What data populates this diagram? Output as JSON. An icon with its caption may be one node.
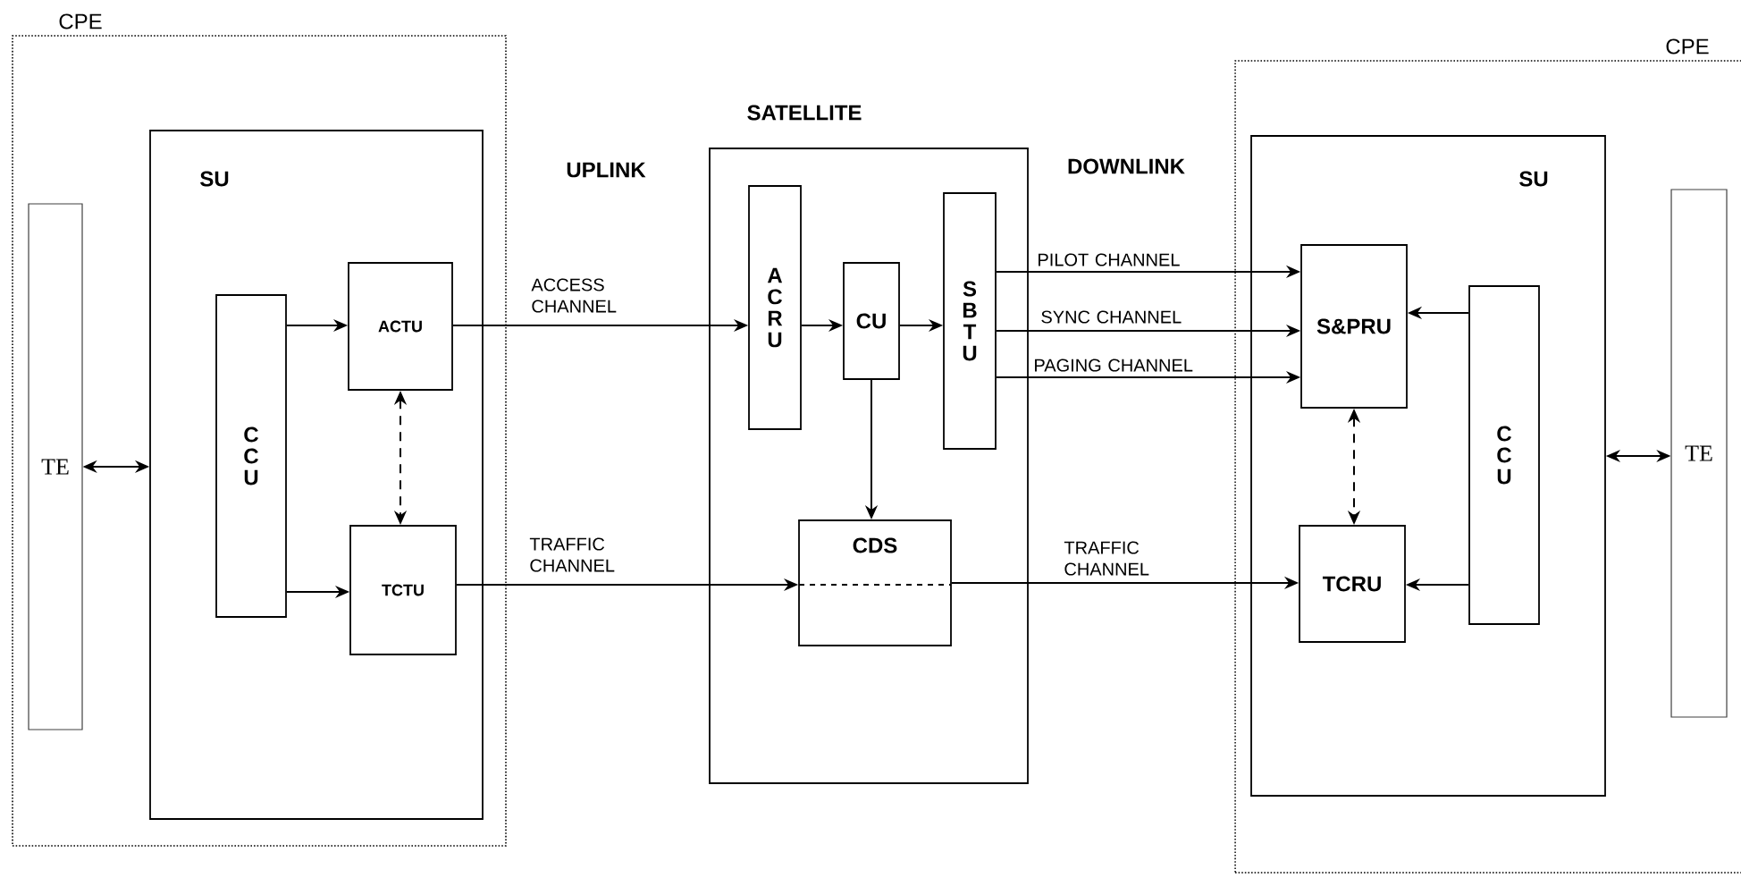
{
  "diagram": {
    "nodes": [
      {
        "text": [
          "CPE"
        ]
      },
      {
        "text": [
          "SU"
        ],
        "in": 0
      },
      {
        "text": [
          "TE"
        ],
        "in": 0
      },
      {
        "text": [
          "C C U"
        ],
        "in": 1
      },
      {
        "text": [
          "ACTU"
        ],
        "in": 1
      },
      {
        "text": [
          "TCTU"
        ],
        "in": 1
      },
      {
        "text": [
          "SATELLITE"
        ]
      },
      {
        "text": [
          "A C R U"
        ],
        "in": 6
      },
      {
        "text": [
          "CU"
        ],
        "in": 6
      },
      {
        "text": [
          "S B T U"
        ],
        "in": 6
      },
      {
        "text": [
          "CDS"
        ],
        "in": 6
      },
      {
        "text": [
          "CPE"
        ]
      },
      {
        "text": [
          "SU"
        ],
        "in": 11
      },
      {
        "text": [
          "TE"
        ],
        "in": 11
      },
      {
        "text": [
          "S&PRU"
        ],
        "in": 12
      },
      {
        "text": [
          "C C U"
        ],
        "in": 12
      },
      {
        "text": [
          "TCRU"
        ],
        "in": 12
      }
    ],
    "edges": [
      {
        "from": 2,
        "to": 1,
        "arrow": "both"
      },
      {
        "from": 3,
        "to": 4,
        "arrow": "to"
      },
      {
        "from": 3,
        "to": 5,
        "arrow": "to"
      },
      {
        "from": 4,
        "to": 5,
        "arrow": "both",
        "style": "dashed"
      },
      {
        "from": 4,
        "to": 7,
        "arrow": "to",
        "label": "ACCESS CHANNEL"
      },
      {
        "from": 5,
        "to": 10,
        "arrow": "to",
        "label": "TRAFFIC CHANNEL"
      },
      {
        "from": 7,
        "to": 8,
        "arrow": "to"
      },
      {
        "from": 8,
        "to": 9,
        "arrow": "to"
      },
      {
        "from": 8,
        "to": 10,
        "arrow": "to"
      },
      {
        "from": 9,
        "to": 14,
        "arrow": "to",
        "label": "PILOT CHANNEL"
      },
      {
        "from": 9,
        "to": 14,
        "arrow": "to",
        "label": "SYNC CHANNEL"
      },
      {
        "from": 9,
        "to": 14,
        "arrow": "to",
        "label": "PAGING CHANNEL"
      },
      {
        "from": 10,
        "to": 16,
        "arrow": "to",
        "label": "TRAFFIC CHANNEL"
      },
      {
        "from": 14,
        "to": 16,
        "arrow": "both",
        "style": "dashed"
      },
      {
        "from": 15,
        "to": 14,
        "arrow": "to"
      },
      {
        "from": 15,
        "to": 16,
        "arrow": "to"
      },
      {
        "from": 12,
        "to": 13,
        "arrow": "both"
      }
    ],
    "labels": [
      "UPLINK",
      "DOWNLINK"
    ]
  }
}
